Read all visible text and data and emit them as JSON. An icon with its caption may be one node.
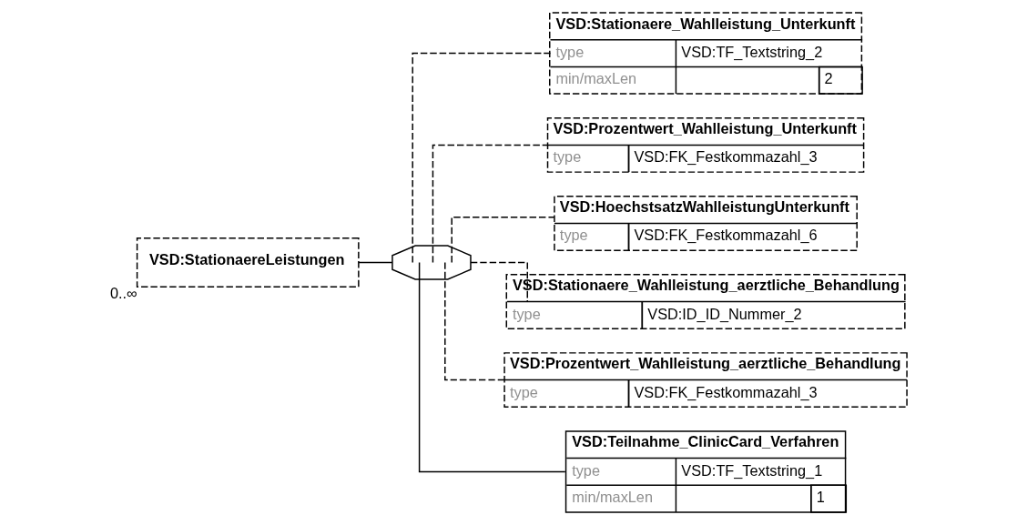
{
  "diagram": {
    "nodes": [
      {
        "text": [
          "VSD:StationaereLeistungen"
        ],
        "beside": [
          "0..∞"
        ]
      },
      {
        "text": [],
        "shape": "octagon"
      },
      {
        "text": [
          "VSD:Stationaere_Wahlleistung_Unterkunft",
          "type",
          "VSD:TF_Textstring_2",
          "min/maxLen",
          "2"
        ]
      },
      {
        "text": [
          "VSD:Prozentwert_Wahlleistung_Unterkunft",
          "type",
          "VSD:FK_Festkommazahl_3"
        ]
      },
      {
        "text": [
          "VSD:HoechstsatzWahlleistungUnterkunft",
          "type",
          "VSD:FK_Festkommazahl_6"
        ]
      },
      {
        "text": [
          "VSD:Stationaere_Wahlleistung_aerztliche_Behandlung",
          "type",
          "VSD:ID_ID_Nummer_2"
        ]
      },
      {
        "text": [
          "VSD:Prozentwert_Wahlleistung_aerztliche_Behandlung",
          "type",
          "VSD:FK_Festkommazahl_3"
        ]
      },
      {
        "text": [
          "VSD:Teilnahme_ClinicCard_Verfahren",
          "type",
          "VSD:TF_Textstring_1",
          "min/maxLen",
          "1"
        ]
      }
    ],
    "edges": [
      {
        "from": 0,
        "to": 1,
        "arrow": "none"
      },
      {
        "from": 1,
        "to": 2,
        "arrow": "none",
        "style": "dashed"
      },
      {
        "from": 1,
        "to": 3,
        "arrow": "none",
        "style": "dashed"
      },
      {
        "from": 1,
        "to": 4,
        "arrow": "none",
        "style": "dashed"
      },
      {
        "from": 1,
        "to": 5,
        "arrow": "none",
        "style": "dashed"
      },
      {
        "from": 1,
        "to": 6,
        "arrow": "none",
        "style": "dashed"
      },
      {
        "from": 1,
        "to": 7,
        "arrow": "none"
      }
    ]
  }
}
